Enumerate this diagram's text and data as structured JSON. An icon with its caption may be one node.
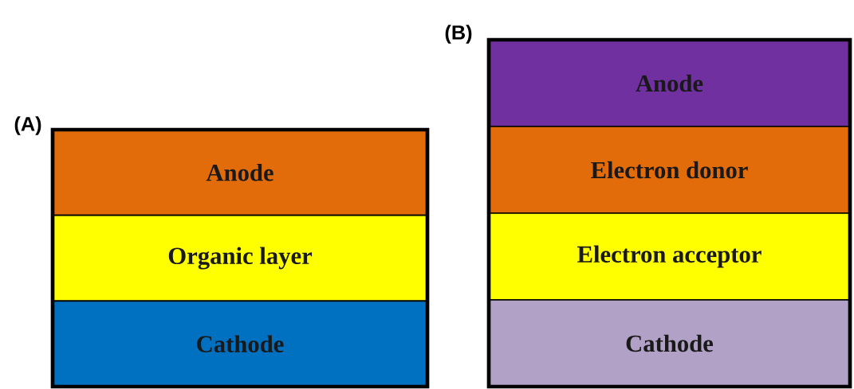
{
  "diagram": {
    "nodes": [
      {
        "text": [
          "(A)"
        ]
      },
      {
        "text": [
          "Anode"
        ],
        "in": 0
      },
      {
        "text": [
          "Organic layer"
        ],
        "in": 0
      },
      {
        "text": [
          "Cathode"
        ],
        "in": 0
      },
      {
        "text": [
          "(B)"
        ]
      },
      {
        "text": [
          "Anode"
        ],
        "in": 4
      },
      {
        "text": [
          "Electron donor"
        ],
        "in": 4
      },
      {
        "text": [
          "Electron acceptor"
        ],
        "in": 4
      },
      {
        "text": [
          "Cathode"
        ],
        "in": 4
      }
    ]
  }
}
